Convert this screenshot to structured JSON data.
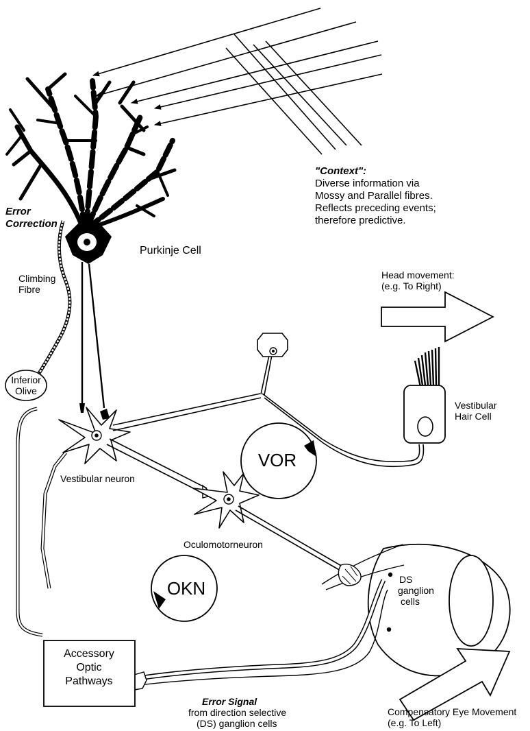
{
  "labels": {
    "context_title": "\"Context\":",
    "context_lines": [
      "Diverse information via",
      "Mossy and Parallel fibres.",
      "Reflects preceding events;",
      " therefore predictive."
    ],
    "error_correction": [
      "Error",
      "Correction"
    ],
    "purkinje_cell": "Purkinje Cell",
    "climbing_fibre": [
      "Climbing",
      "Fibre"
    ],
    "head_movement": [
      "Head movement:",
      "(e.g. To Right)"
    ],
    "inferior_olive": [
      "Inferior",
      "Olive"
    ],
    "vestibular_hair_cell": [
      "Vestibular",
      "Hair Cell"
    ],
    "vor": "VOR",
    "vestibular_neuron": "Vestibular neuron",
    "oculomotorneuron": "Oculomotorneuron",
    "okn": "OKN",
    "ds_ganglion_cells": [
      "DS",
      "ganglion",
      "cells"
    ],
    "accessory_optic_pathways": [
      "Accessory",
      "Optic",
      "Pathways"
    ],
    "error_signal_title": "Error Signal",
    "error_signal_lines": [
      "from direction selective",
      "(DS) ganglion cells"
    ],
    "compensatory_eye_movement": [
      "Compensatory Eye Movement",
      "(e.g. To Left)"
    ]
  }
}
